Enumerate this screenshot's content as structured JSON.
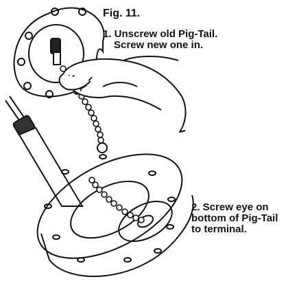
{
  "figure": {
    "title": "Fig. 11.",
    "step1": {
      "line1": "1. Unscrew old Pig-Tail.",
      "line2": "Screw new one in."
    },
    "step2": {
      "line1": "2. Screw eye on",
      "line2": "bottom of Pig-Tail",
      "line3": "to terminal."
    }
  },
  "colors": {
    "ink": "#111111",
    "paper": "#ffffff"
  }
}
